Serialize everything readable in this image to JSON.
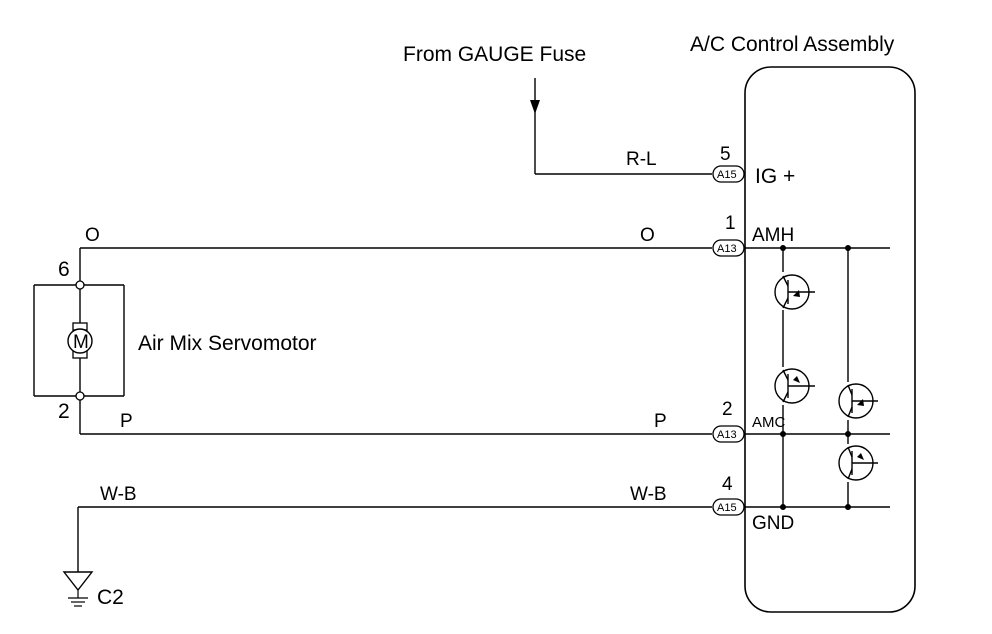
{
  "title_source": "From GAUGE Fuse",
  "assembly_title": "A/C Control Assembly",
  "servomotor_label": "Air Mix Servomotor",
  "motor_symbol": "M",
  "ground_label": "C2",
  "terminals": [
    {
      "pin": "5",
      "connector": "A15",
      "name": "IG +",
      "wire": "R-L"
    },
    {
      "pin": "1",
      "connector": "A13",
      "name": "AMH",
      "wire": "O"
    },
    {
      "pin": "2",
      "connector": "A13",
      "name": "AMC",
      "wire": "P"
    },
    {
      "pin": "4",
      "connector": "A15",
      "name": "GND",
      "wire": "W-B"
    }
  ],
  "servo_pins": {
    "top": "6",
    "bottom": "2"
  },
  "servo_wires": {
    "top": "O",
    "bottom": "P",
    "ground": "W-B"
  }
}
